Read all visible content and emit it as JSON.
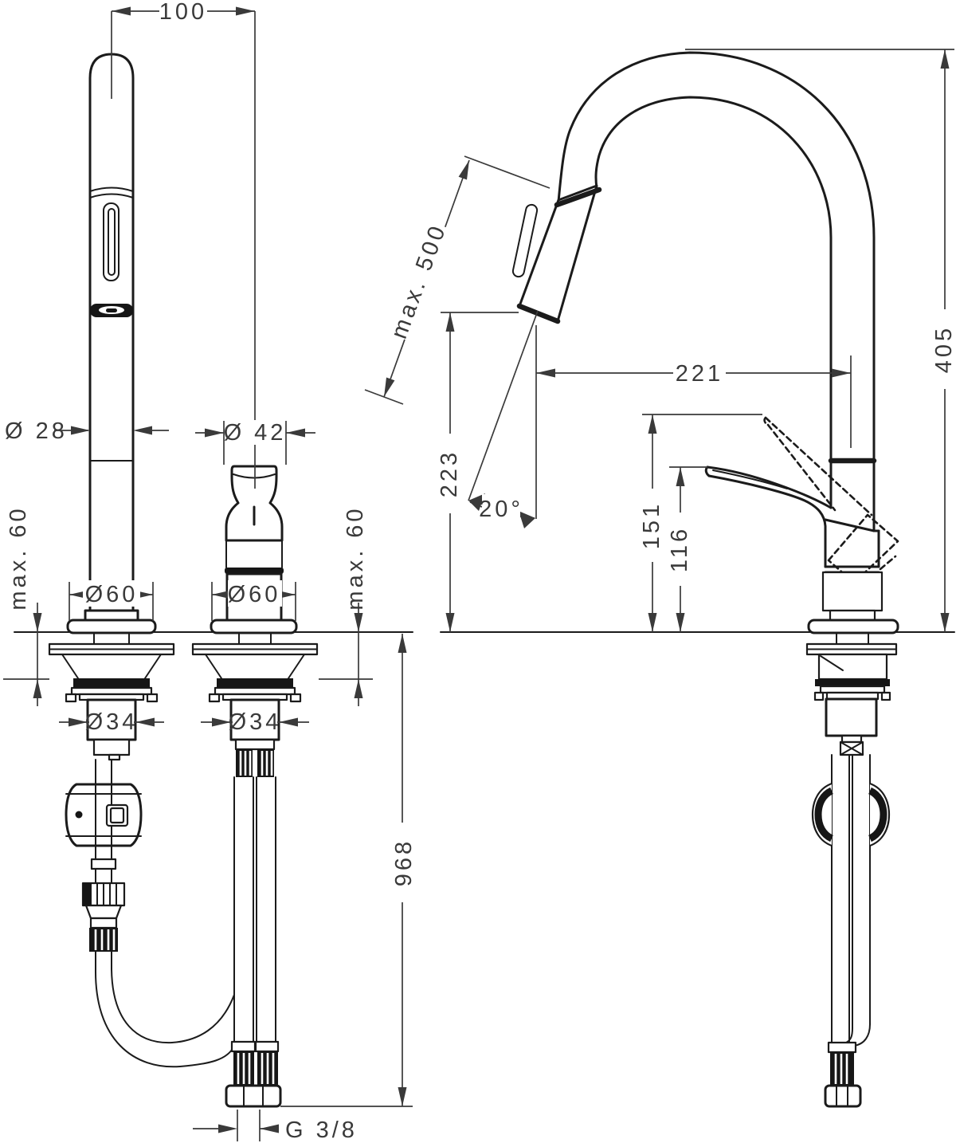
{
  "drawing": {
    "kind": "faucet installation dimension drawing",
    "front_view": {
      "hole_spacing": "100",
      "spray_pipe_diameter": "Ø 28",
      "handle_diameter": "Ø 42",
      "spray_base_diameter": "Ø60",
      "handle_base_diameter": "Ø60",
      "counter_thickness_left": "max. 60",
      "counter_thickness_right": "max. 60",
      "spray_shank_diameter": "Ø34",
      "handle_shank_diameter": "Ø34",
      "hose_length_below": "968",
      "supply_thread": "G 3/8"
    },
    "side_view": {
      "pullout_extension": "max. 500",
      "outlet_height": "223",
      "spray_angle": "20°",
      "spout_reach": "221",
      "total_height": "405",
      "lever_height_raised": "151",
      "lever_height_rest": "116"
    }
  }
}
